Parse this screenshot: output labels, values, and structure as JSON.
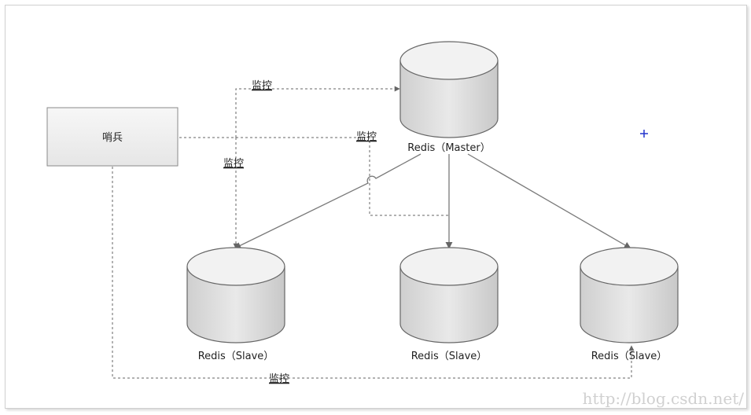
{
  "diagram": {
    "sentinel": {
      "label": "哨兵"
    },
    "master": {
      "label": "Redis（Master）"
    },
    "slaves": [
      {
        "label": "Redis（Slave）"
      },
      {
        "label": "Redis（Slave）"
      },
      {
        "label": "Redis（Slave）"
      }
    ],
    "edge_labels": {
      "monitor_master": "监控",
      "monitor_slave_left": "监控",
      "monitor_slave_middle": "监控",
      "monitor_slave_right": "监控"
    },
    "watermark": "http://blog.csdn.net/"
  },
  "colors": {
    "line": "#7a7a7a",
    "dashed": "#666666",
    "cyl_top": "#f1f1f1",
    "cyl_body": "#d7d7d7",
    "cursor": "#2233cc"
  }
}
